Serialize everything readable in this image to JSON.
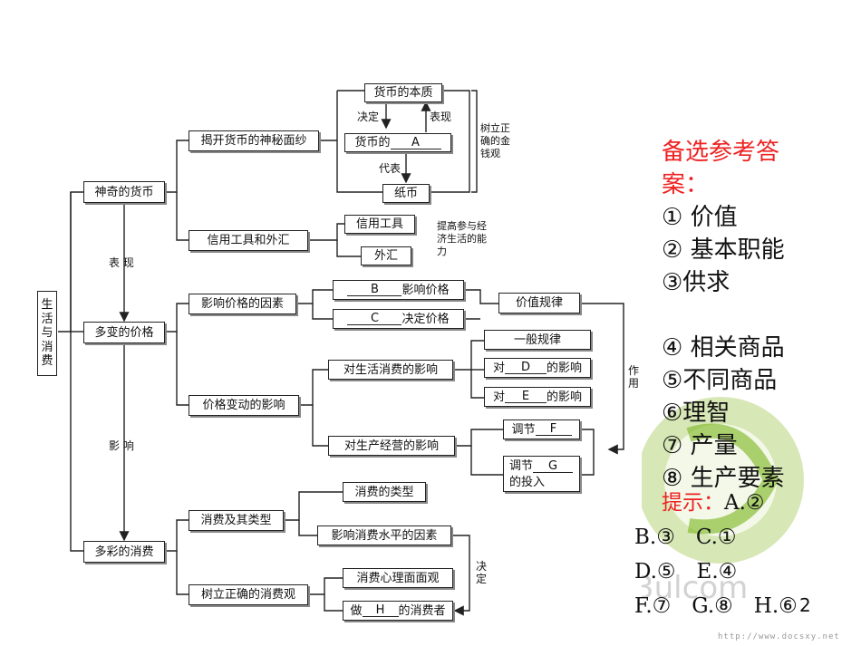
{
  "diagram": {
    "root": "生活与消费",
    "branches": {
      "money": "神奇的货币",
      "price": "多变的价格",
      "consumption": "多彩的消费"
    },
    "links": {
      "show": "表 现",
      "affect": "影 响",
      "act": "作用",
      "decide": "决定"
    },
    "money_nodes": {
      "reveal": "揭开货币的神秘面纱",
      "nature": "货币的本质",
      "decide": "决定",
      "show": "表现",
      "function_prefix": "货币的",
      "function_blank": "A",
      "represent": "代表",
      "paper": "纸币",
      "right_note": "树立正确的金钱观",
      "credit": "信用工具和外汇",
      "credit_tool": "信用工具",
      "forex": "外汇",
      "credit_note": "提高参与经济生活的能力"
    },
    "price_nodes": {
      "factors": "影响价格的因素",
      "b_blank": "B",
      "b_text": "影响价格",
      "c_blank": "C",
      "c_text": "决定价格",
      "value_law": "价值规律",
      "change_effect": "价格变动的影响",
      "life_effect": "对生活消费的影响",
      "general_law": "一般规律",
      "d_prefix": "对",
      "d_blank": "D",
      "d_suffix": "的影响",
      "e_prefix": "对",
      "e_blank": "E",
      "e_suffix": "的影响",
      "prod_effect": "对生产经营的影响",
      "f_prefix": "调节",
      "f_blank": "F",
      "g_prefix": "调节",
      "g_blank": "G",
      "g_suffix": "的投入"
    },
    "consumption_nodes": {
      "types": "消费及其类型",
      "kinds": "消费的类型",
      "level_factors": "影响消费水平的因素",
      "correct": "树立正确的消费观",
      "psych": "消费心理面面观",
      "h_prefix": "做",
      "h_blank": "H",
      "h_suffix": "的消费者"
    }
  },
  "answers": {
    "heading": "备选参考答案：",
    "lines": [
      "① 价值",
      "② 基本职能　③供求",
      "④ 相关商品　⑤不同商品　⑥理智",
      "⑦ 产量",
      "⑧ 生产要素"
    ]
  },
  "hints": {
    "label": "提示：",
    "lines": [
      "A.②",
      "B.③　C.①",
      "D.⑤　E.④",
      "F.⑦　G.⑧　H.⑥"
    ]
  },
  "page_number": "2",
  "footer": "http://www.docsxy.net",
  "logo_text": "3ulcom",
  "colors": {
    "accent_red": "#ee2222",
    "logo_green": "#7ab51d"
  }
}
